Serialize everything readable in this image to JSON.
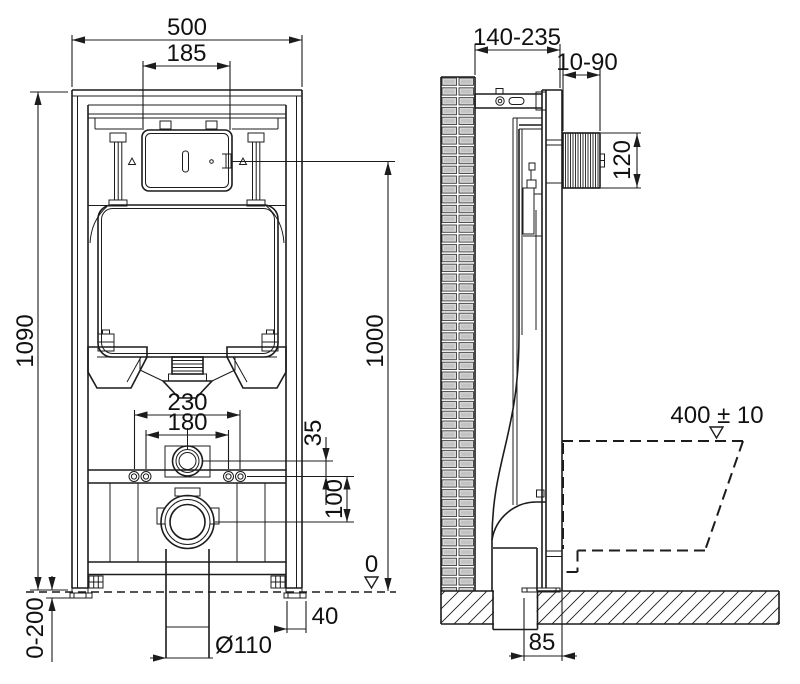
{
  "drawing": {
    "type": "technical-installation-drawing",
    "subject": "Concealed WC cistern mounting frame - front view and side section",
    "units": "mm",
    "background": "#ffffff",
    "line_color": "#1c1c1c",
    "wall_fill": "#d7d7d7",
    "front": {
      "label": "front-view",
      "dims": {
        "overall_width": "500",
        "flush_plate_cutout_width": "185",
        "frame_height": "1090",
        "flush_plate_center_height": "1000",
        "fixing_spacing_outer": "230",
        "fixing_spacing_inner": "180",
        "water_to_fixing_offset": "35",
        "fixing_to_drain_offset": "100",
        "leg_adjustment_range": "0-200",
        "finished_floor_level": "0",
        "side_offset": "40",
        "drain_pipe_diameter": "Ø110"
      }
    },
    "side": {
      "label": "side-view",
      "dims": {
        "installation_depth_range": "140-235",
        "actuator_reach_range": "10-90",
        "actuator_opening_height": "120",
        "bowl_rim_height": "400 ± 10",
        "drain_wall_offset": "85"
      }
    }
  }
}
